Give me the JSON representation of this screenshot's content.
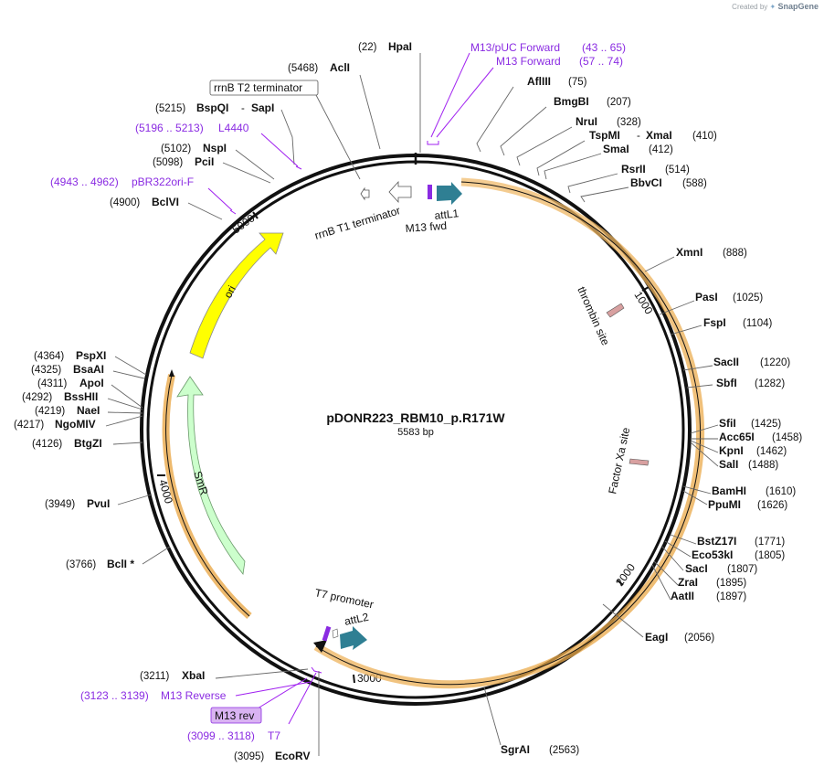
{
  "header": {
    "created_by": "Created by",
    "brand": "SnapGene"
  },
  "map": {
    "name": "pDONR223_RBM10_p.R171W",
    "size_label": "5583 bp",
    "total_bp": 5583
  },
  "ticks": [
    "1000",
    "2000",
    "3000",
    "4000",
    "5000"
  ],
  "colors": {
    "ring": "#111111",
    "ori": "#ffff00",
    "smr": "#ccffcc",
    "attl": "#2f7f93",
    "orf": "#e8a33d",
    "primer": "#a020f0",
    "site": "#d8a0a0"
  },
  "features": {
    "orf": {
      "label": ""
    },
    "ori": {
      "label": "ori"
    },
    "smr": {
      "label": "SmR"
    },
    "attL1": {
      "label": "attL1"
    },
    "attL2": {
      "label": "attL2"
    },
    "m13fwd": {
      "label": "M13 fwd"
    },
    "m13rev": {
      "label": "M13 rev"
    },
    "t7": {
      "label": "T7 promoter"
    },
    "rrnB_T1": {
      "label": "rrnB T1 terminator"
    },
    "rrnB_T2": {
      "label": "rrnB T2 terminator"
    },
    "thrombin": {
      "label": "thrombin site"
    },
    "factorxa": {
      "label": "Factor Xa site"
    }
  },
  "enzymes": {
    "HpaI": {
      "name": "HpaI",
      "pos": "(22)"
    },
    "AclI": {
      "name": "AclI",
      "pos": "(5468)"
    },
    "AflIII": {
      "name": "AflIII",
      "pos": "(75)"
    },
    "BmgBI": {
      "name": "BmgBI",
      "pos": "(207)"
    },
    "NruI": {
      "name": "NruI",
      "pos": "(328)"
    },
    "TspMI": {
      "name": "TspMI",
      "sep": "-",
      "name2": "XmaI",
      "pos": "(410)"
    },
    "SmaI": {
      "name": "SmaI",
      "pos": "(412)"
    },
    "RsrII": {
      "name": "RsrII",
      "pos": "(514)"
    },
    "BbvCI": {
      "name": "BbvCI",
      "pos": "(588)"
    },
    "XmnI": {
      "name": "XmnI",
      "pos": "(888)"
    },
    "PasI": {
      "name": "PasI",
      "pos": "(1025)"
    },
    "FspI": {
      "name": "FspI",
      "pos": "(1104)"
    },
    "SacII": {
      "name": "SacII",
      "pos": "(1220)"
    },
    "SbfI": {
      "name": "SbfI",
      "pos": "(1282)"
    },
    "SfiI": {
      "name": "SfiI",
      "pos": "(1425)"
    },
    "Acc65I": {
      "name": "Acc65I",
      "pos": "(1458)"
    },
    "KpnI": {
      "name": "KpnI",
      "pos": "(1462)"
    },
    "SalI": {
      "name": "SalI",
      "pos": "(1488)"
    },
    "BamHI": {
      "name": "BamHI",
      "pos": "(1610)"
    },
    "PpuMI": {
      "name": "PpuMI",
      "pos": "(1626)"
    },
    "BstZ17I": {
      "name": "BstZ17I",
      "pos": "(1771)"
    },
    "Eco53kI": {
      "name": "Eco53kI",
      "pos": "(1805)"
    },
    "SacI_1807": {
      "name": "SacI",
      "pos": "(1807)"
    },
    "ZraI": {
      "name": "ZraI",
      "pos": "(1895)"
    },
    "AatII": {
      "name": "AatII",
      "pos": "(1897)"
    },
    "EagI": {
      "name": "EagI",
      "pos": "(2056)"
    },
    "SgrAI": {
      "name": "SgrAI",
      "pos": "(2563)"
    },
    "EcoRV": {
      "name": "EcoRV",
      "pos": "(3095)"
    },
    "XbaI": {
      "name": "XbaI",
      "pos": "(3211)"
    },
    "BclI": {
      "name": "BclI *",
      "pos": "(3766)"
    },
    "PvuI": {
      "name": "PvuI",
      "pos": "(3949)"
    },
    "BtgZI": {
      "name": "BtgZI",
      "pos": "(4126)"
    },
    "NgoMIV": {
      "name": "NgoMIV",
      "pos": "(4217)"
    },
    "NaeI": {
      "name": "NaeI",
      "pos": "(4219)"
    },
    "BssHII": {
      "name": "BssHII",
      "pos": "(4292)"
    },
    "ApoI": {
      "name": "ApoI",
      "pos": "(4311)"
    },
    "BsaAI": {
      "name": "BsaAI",
      "pos": "(4325)"
    },
    "PspXI": {
      "name": "PspXI",
      "pos": "(4364)"
    },
    "BclVI": {
      "name": "BclVI",
      "pos": "(4900)"
    },
    "PciI": {
      "name": "PciI",
      "pos": "(5098)"
    },
    "NspI": {
      "name": "NspI",
      "pos": "(5102)"
    },
    "BspQI": {
      "name": "BspQI",
      "sep": "-",
      "name2": "SapI",
      "pos": "(5215)"
    }
  },
  "primers": {
    "m13puc": {
      "name": "M13/pUC Forward",
      "range": "(43 .. 65)"
    },
    "m13f": {
      "name": "M13 Forward",
      "range": "(57 .. 74)"
    },
    "L4440": {
      "name": "L4440",
      "range": "(5196 .. 5213)"
    },
    "pBR322": {
      "name": "pBR322ori-F",
      "range": "(4943 .. 4962)"
    },
    "m13r": {
      "name": "M13 Reverse",
      "range": "(3123 .. 3139)"
    },
    "T7": {
      "name": "T7",
      "range": "(3099 .. 3118)"
    }
  }
}
